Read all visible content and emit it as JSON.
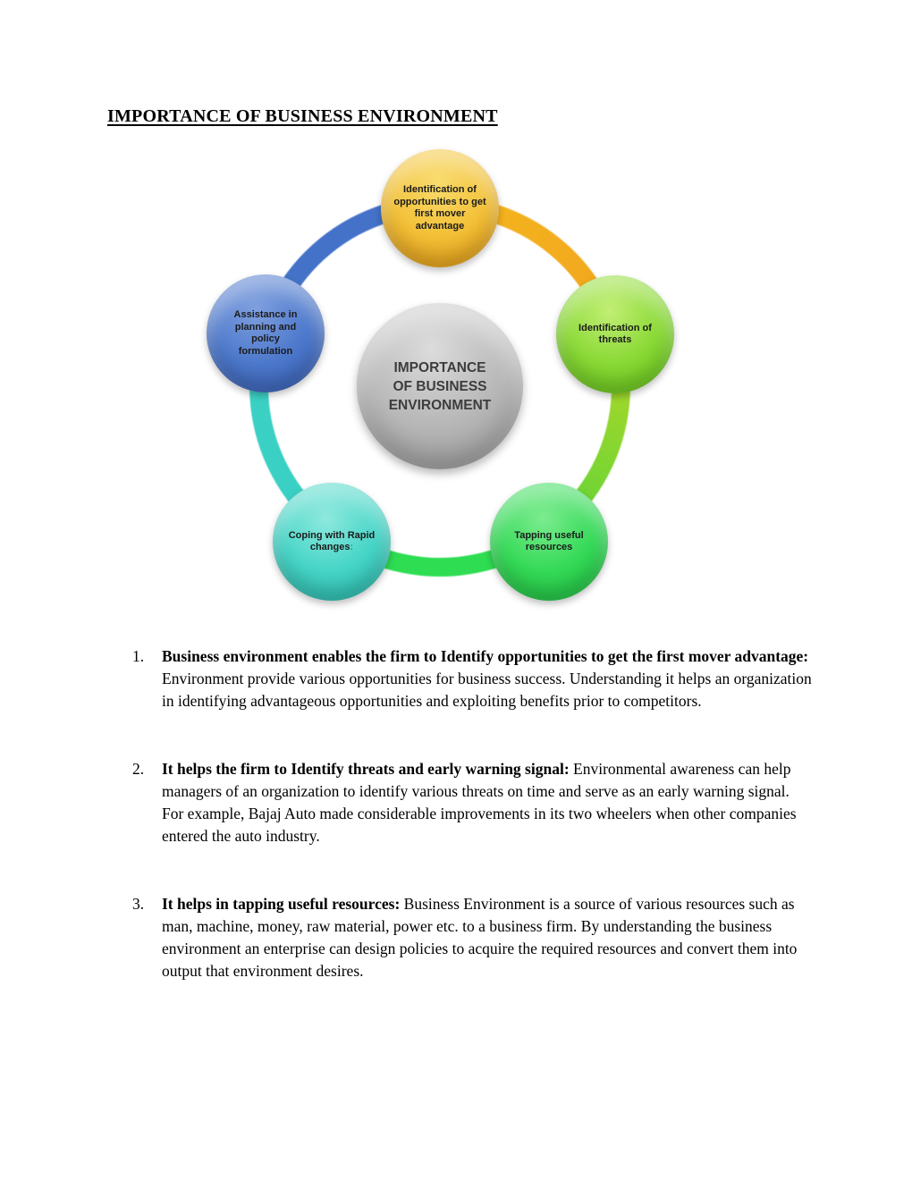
{
  "document": {
    "title": "IMPORTANCE OF BUSINESS ENVIRONMENT"
  },
  "diagram": {
    "center": {
      "lines": [
        "IMPORTANCE",
        "OF BUSINESS",
        "ENVIRONMENT"
      ],
      "color": "#ababab"
    },
    "nodes": [
      {
        "label": "Identification of opportunities to get first mover advantage",
        "position": "top",
        "color": "#f2bc33"
      },
      {
        "label": "Identification of threats",
        "position": "right",
        "color": "#84d531"
      },
      {
        "label": "Tapping useful resources",
        "position": "bottom-right",
        "color": "#2fd354"
      },
      {
        "label": "Coping with Rapid changes",
        "suffix": ":",
        "position": "bottom-left",
        "color": "#43d2c4"
      },
      {
        "label": "Assistance in planning and policy formulation",
        "position": "left",
        "color": "#4a76c9"
      }
    ],
    "ring_colors": {
      "gold": "#f3ac1e",
      "green": "#7ed32f",
      "bright_green": "#2edd52",
      "teal": "#3bd0c4",
      "blue": "#4472c8"
    }
  },
  "list": {
    "items": [
      {
        "number": "1.",
        "bold": "Business environment enables the firm to Identify opportunities to get the first mover advantage:",
        "text": " Environment provide various opportunities for business success. Understanding it helps an organization in identifying advantageous opportunities and exploiting benefits prior to competitors."
      },
      {
        "number": "2.",
        "bold": "It helps the firm to Identify threats and early warning signal:",
        "text": " Environmental awareness can help managers of an organization to identify various threats on time and serve as an early warning signal. For example, Bajaj Auto made considerable improvements in its two wheelers when other companies entered the auto industry."
      },
      {
        "number": "3.",
        "bold": "It helps in tapping useful resources:",
        "text": " Business Environment is a source of various resources such as man, machine, money, raw material, power etc. to a business firm. By understanding the business environment an enterprise can design policies to acquire the required resources and convert them into output that environment desires."
      }
    ]
  }
}
